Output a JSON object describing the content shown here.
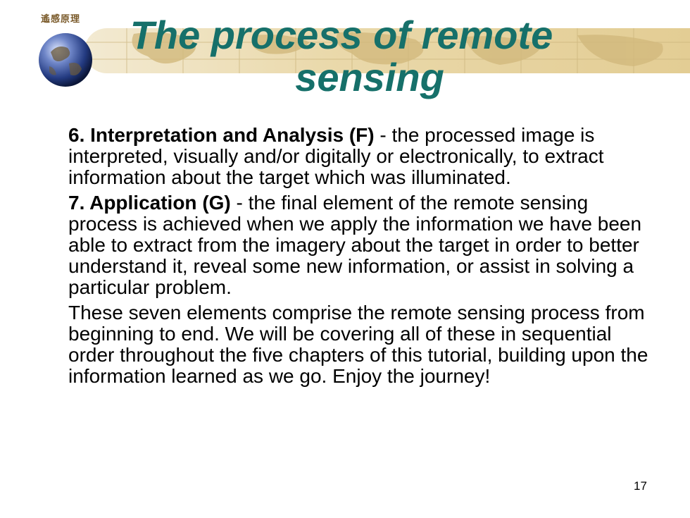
{
  "header": {
    "logo_text": "遙感原理",
    "title_line1": "The process of remote",
    "title_line2": "sensing"
  },
  "content": {
    "item6_label": "6. Interpretation and Analysis (F)",
    "item6_text": " - the processed image is interpreted, visually and/or digitally or electronically, to extract information about the target which was illuminated.",
    "item7_label": "7. Application (G)",
    "item7_text": " - the final element of the remote sensing process is achieved when we apply the information we have been able to extract from the imagery about the target in order to better understand it, reveal some new information, or assist in solving a particular problem.",
    "summary": "These seven elements comprise the remote sensing process from beginning to end. We will be covering all of these in sequential order throughout the five chapters of this tutorial, building upon the information learned as we go. Enjoy the journey!"
  },
  "footer": {
    "page_number": "17"
  },
  "colors": {
    "title": "#16706a",
    "banner": "#e3cd94",
    "text": "#000000"
  }
}
